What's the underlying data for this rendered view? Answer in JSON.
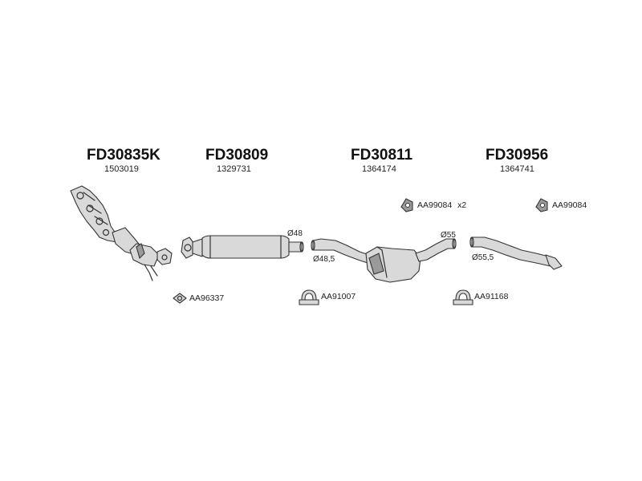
{
  "groups": [
    {
      "code": "FD30835K",
      "oem": "1503019"
    },
    {
      "code": "FD30809",
      "oem": "1329731"
    },
    {
      "code": "FD30811",
      "oem": "1364174"
    },
    {
      "code": "FD30956",
      "oem": "1364741"
    }
  ],
  "diameters": {
    "d1": "Ø48",
    "d2": "Ø48,5",
    "d3": "Ø55",
    "d4": "Ø55,5"
  },
  "accessories": {
    "a1": {
      "code": "AA96337",
      "icon": "gasket-icon"
    },
    "a2": {
      "code": "AA91007",
      "icon": "clamp-icon"
    },
    "a3": {
      "code": "AA91168",
      "icon": "clamp-icon"
    },
    "a4": {
      "code": "AA99084",
      "qty": "x2",
      "icon": "rubber-mount-icon"
    },
    "a5": {
      "code": "AA99084",
      "icon": "rubber-mount-icon"
    }
  }
}
